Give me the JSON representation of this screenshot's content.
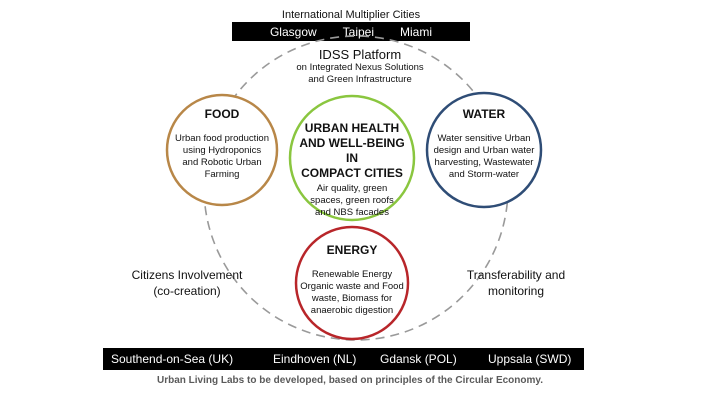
{
  "header": {
    "caption": "International Multiplier Cities",
    "cities": [
      "Glasgow",
      "Taipei",
      "Miami"
    ]
  },
  "platform": {
    "title": "IDSS Platform",
    "subtitle_1": "on Integrated Nexus Solutions",
    "subtitle_2": "and Green Infrastructure"
  },
  "nodes": {
    "food": {
      "title": "FOOD",
      "lines": [
        "Urban food production",
        "using Hydroponics",
        "and Robotic Urban",
        "Farming"
      ],
      "color": "#b88748"
    },
    "health": {
      "title_lines": [
        "URBAN HEALTH",
        "AND WELL-BEING IN",
        "COMPACT CITIES"
      ],
      "lines": [
        "Air quality, green",
        "spaces, green roofs",
        "and NBS facades"
      ],
      "color": "#8ac63f"
    },
    "water": {
      "title": "WATER",
      "lines": [
        "Water sensitive Urban",
        "design and Urban water",
        "harvesting, Wastewater",
        "and Storm-water"
      ],
      "color": "#2f4d76"
    },
    "energy": {
      "title": "ENERGY",
      "lines": [
        "Renewable Energy",
        "Organic waste and Food",
        "waste, Biomass for",
        "anaerobic digestion"
      ],
      "color": "#b8262a"
    }
  },
  "side_labels": {
    "left": [
      "Citizens Involvement",
      "(co-creation)"
    ],
    "right": [
      "Transferability and",
      "monitoring"
    ]
  },
  "living_labs": {
    "cities": [
      "Southend-on-Sea (UK)",
      "Eindhoven (NL)",
      "Gdansk (POL)",
      "Uppsala (SWD)"
    ]
  },
  "footer": "Urban Living Labs to be developed, based on principles of the Circular Economy."
}
